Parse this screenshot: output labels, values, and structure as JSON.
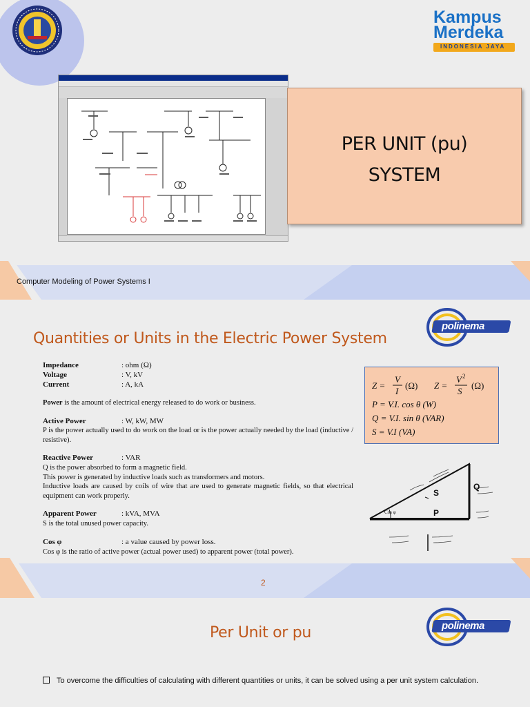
{
  "slide1": {
    "title_line1": "PER UNIT (pu)",
    "title_line2": "SYSTEM",
    "footer": "Computer Modeling of Power Systems I",
    "kampus_line1": "Kampus",
    "kampus_line2": "Merdeka",
    "kampus_tagline": "INDONESIA JAYA"
  },
  "slide2": {
    "title": "Quantities or Units in the Electric Power System",
    "polinema": "polinema",
    "page_number": "2",
    "impedance_label": "Impedance",
    "impedance_value": ":   ohm (Ω)",
    "voltage_label": "Voltage",
    "voltage_value": ":   V, kV",
    "current_label": "Current",
    "current_value": ":   A, kA",
    "power_term": "Power",
    "power_text": " is the amount of electrical energy released to do work or business.",
    "active_label": "Active Power",
    "active_value": ":   W, kW, MW",
    "active_text": "P is the power actually used to do work on the load or is the power actually needed by the load (inductive / resistive).",
    "reactive_label": "Reactive Power",
    "reactive_value": ":   VAR",
    "reactive_text1": "Q is the power absorbed to form a magnetic field.",
    "reactive_text2": "This power is generated by inductive loads such as transformers and motors.",
    "reactive_text3": "Inductive loads are caused by coils of wire that are used to generate magnetic fields, so that electrical equipment can work properly.",
    "apparent_label": "Apparent Power",
    "apparent_value": ":   kVA, MVA",
    "apparent_text": "S is the total unused power capacity.",
    "cos_label": "Cos φ",
    "cos_value": ":  a value caused by power loss.",
    "cos_text": "Cos φ is the ratio of active power (actual power used) to apparent power (total power).",
    "formula_p": "P = V.I. cos θ  (W)",
    "formula_q": "Q = V.I. sin θ  (VAR)",
    "formula_s": "S = V.I  (VA)",
    "triangle_p": "P",
    "triangle_q": "Q",
    "triangle_s": "S",
    "triangle_angle": "Cos φ"
  },
  "slide3": {
    "title": "Per Unit or pu",
    "bullet_text": "To overcome the difficulties of calculating with different quantities or units, it can be solved using a per unit system calculation."
  }
}
